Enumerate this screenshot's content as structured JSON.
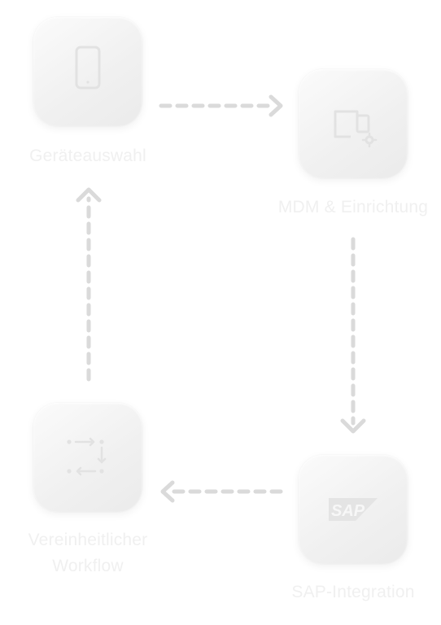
{
  "nodes": {
    "device": {
      "label": "Geräteauswahl",
      "icon": "smartphone-icon"
    },
    "mdm": {
      "label": "MDM & Einrichtung",
      "icon": "device-settings-icon"
    },
    "sap": {
      "label": "SAP-Integration",
      "icon": "sap-logo-icon",
      "logo_text": "SAP"
    },
    "workflow": {
      "label_line1": "Vereinheitlicher",
      "label_line2": "Workflow",
      "icon": "workflow-arrows-icon"
    }
  },
  "colors": {
    "arrow": "#dadada",
    "icon": "#e2e2e2",
    "label": "#f0f0f0"
  }
}
